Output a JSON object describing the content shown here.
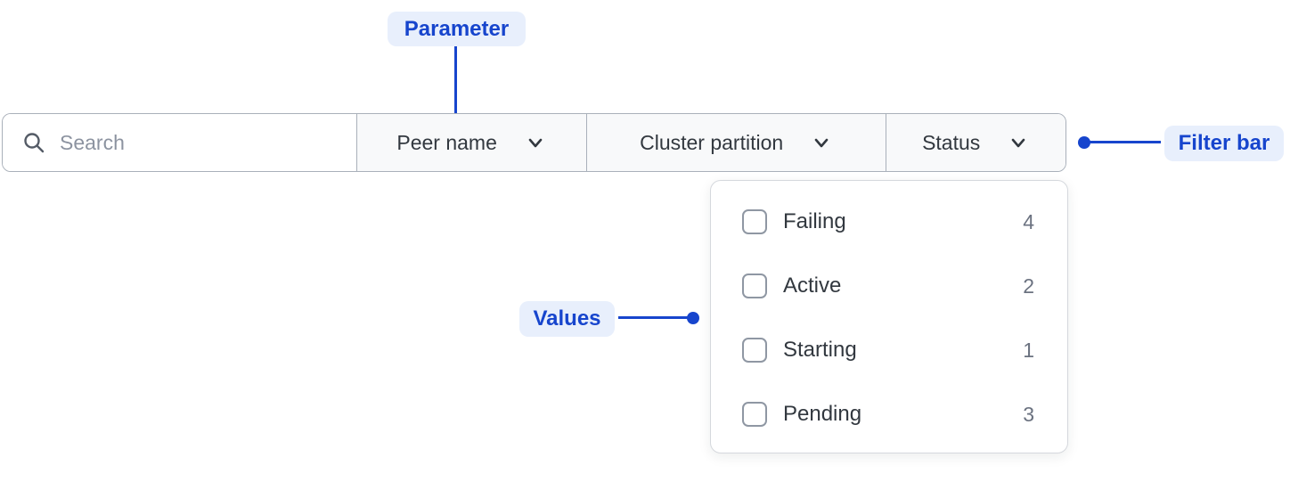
{
  "annotations": {
    "parameter": "Parameter",
    "filter_bar": "Filter bar",
    "values": "Values"
  },
  "filter_bar": {
    "search_placeholder": "Search",
    "search_value": "",
    "parameters": [
      {
        "label": "Peer name"
      },
      {
        "label": "Cluster partition"
      },
      {
        "label": "Status"
      }
    ]
  },
  "values_dropdown": {
    "options": [
      {
        "label": "Failing",
        "count": 4,
        "checked": false
      },
      {
        "label": "Active",
        "count": 2,
        "checked": false
      },
      {
        "label": "Starting",
        "count": 1,
        "checked": false
      },
      {
        "label": "Pending",
        "count": 3,
        "checked": false
      }
    ]
  },
  "colors": {
    "accent_blue": "#1745cd",
    "callout_badge_bg": "#e8effc",
    "filter_border_gray": "#a9b0ba",
    "panel_border_gray": "#d5d8dd",
    "text_dark": "#32383f",
    "muted_text_gray": "#6b7280",
    "segment_bg": "#f8f9fa"
  }
}
